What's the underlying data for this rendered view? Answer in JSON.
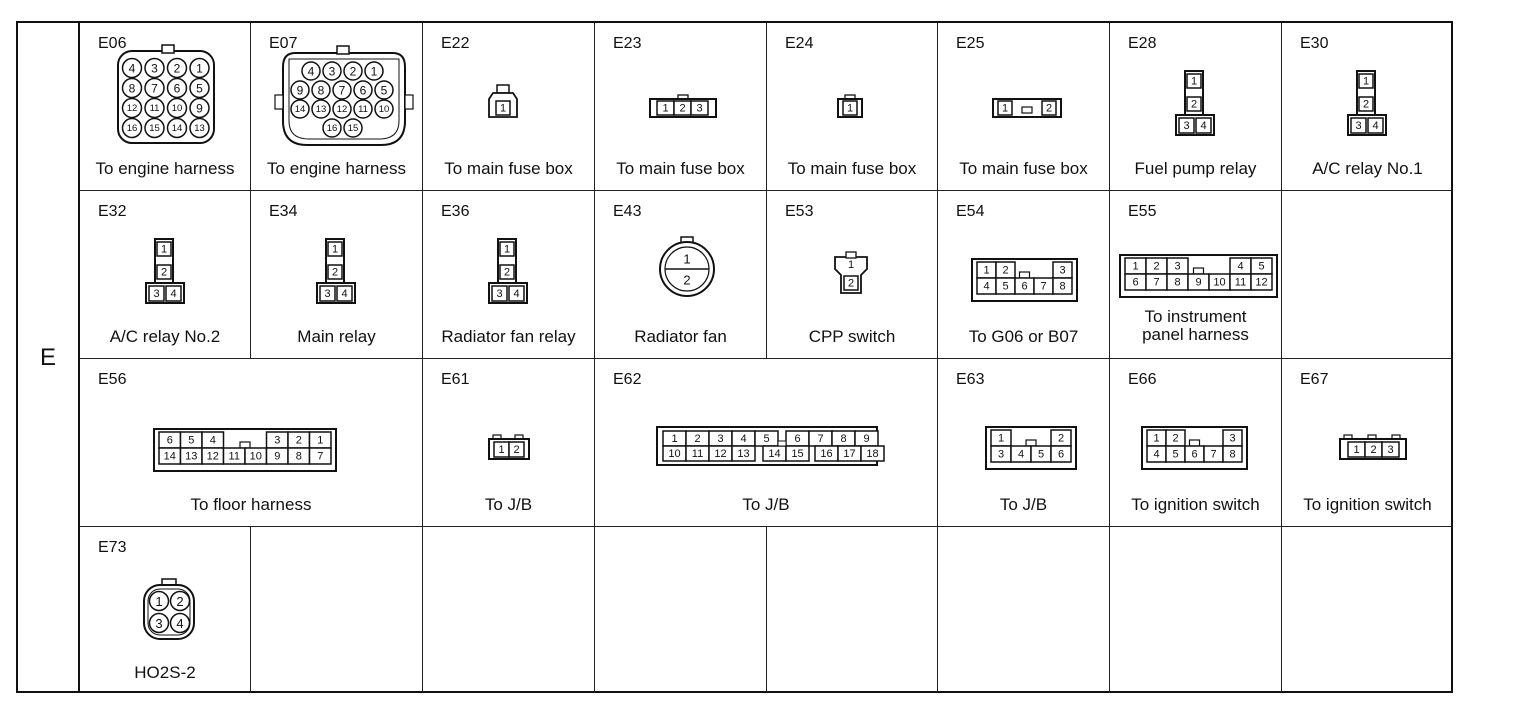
{
  "group": "E",
  "connectors": [
    {
      "code": "E06",
      "label": "To engine harness"
    },
    {
      "code": "E07",
      "label": "To engine harness"
    },
    {
      "code": "E22",
      "label": "To main fuse box"
    },
    {
      "code": "E23",
      "label": "To main fuse box"
    },
    {
      "code": "E24",
      "label": "To main fuse box"
    },
    {
      "code": "E25",
      "label": "To main fuse box"
    },
    {
      "code": "E28",
      "label": "Fuel pump relay"
    },
    {
      "code": "E30",
      "label": "A/C relay No.1"
    },
    {
      "code": "E32",
      "label": "A/C relay No.2"
    },
    {
      "code": "E34",
      "label": "Main relay"
    },
    {
      "code": "E36",
      "label": "Radiator fan relay"
    },
    {
      "code": "E43",
      "label": "Radiator fan"
    },
    {
      "code": "E53",
      "label": "CPP switch"
    },
    {
      "code": "E54",
      "label": "To G06 or B07"
    },
    {
      "code": "E55",
      "label_line1": "To instrument",
      "label_line2": "panel harness"
    },
    {
      "code": "E56",
      "label": "To floor harness"
    },
    {
      "code": "E61",
      "label": "To J/B"
    },
    {
      "code": "E62",
      "label": "To J/B"
    },
    {
      "code": "E63",
      "label": "To J/B"
    },
    {
      "code": "E66",
      "label": "To ignition switch"
    },
    {
      "code": "E67",
      "label": "To ignition switch"
    },
    {
      "code": "E73",
      "label": "HO2S-2"
    }
  ],
  "pins": {
    "E06": {
      "rows": [
        [
          "4",
          "3",
          "2",
          "1"
        ],
        [
          "8",
          "7",
          "6",
          "5"
        ],
        [
          "12",
          "11",
          "10",
          "9"
        ],
        [
          "16",
          "15",
          "14",
          "13"
        ]
      ]
    },
    "E07": {
      "rows": [
        [
          "4",
          "3",
          "2",
          "1"
        ],
        [
          "9",
          "8",
          "7",
          "6",
          "5"
        ],
        [
          "14",
          "13",
          "12",
          "11",
          "10"
        ],
        [
          "16",
          "15"
        ]
      ]
    },
    "E22": [
      "1"
    ],
    "E23": [
      "1",
      "2",
      "3"
    ],
    "E24": [
      "1"
    ],
    "E25": [
      "1",
      "2"
    ],
    "relay": [
      "1",
      "2",
      "3",
      "4"
    ],
    "E43": [
      "1",
      "2"
    ],
    "E53": [
      "1",
      "2"
    ],
    "E54": {
      "top_left": [
        "1",
        "2"
      ],
      "top_right": [
        "3"
      ],
      "bottom": [
        "4",
        "5",
        "6",
        "7",
        "8"
      ]
    },
    "E55": {
      "top_left": [
        "1",
        "2",
        "3"
      ],
      "top_right": [
        "4",
        "5"
      ],
      "bottom": [
        "6",
        "7",
        "8",
        "9",
        "10",
        "11",
        "12"
      ]
    },
    "E56": {
      "top_left": [
        "6",
        "5",
        "4"
      ],
      "top_right": [
        "3",
        "2",
        "1"
      ],
      "bottom": [
        "14",
        "13",
        "12",
        "11",
        "10",
        "9",
        "8",
        "7"
      ]
    },
    "E61": [
      "1",
      "2"
    ],
    "E62": {
      "top": [
        "1",
        "2",
        "3",
        "4",
        "5",
        "6",
        "7",
        "8",
        "9"
      ],
      "bottom": [
        "10",
        "11",
        "12",
        "13",
        "14",
        "15",
        "16",
        "17",
        "18"
      ]
    },
    "E63": {
      "top_left": [
        "1"
      ],
      "top_right": [
        "2"
      ],
      "bottom": [
        "3",
        "4",
        "5",
        "6"
      ]
    },
    "E66": {
      "top_left": [
        "1",
        "2"
      ],
      "top_right": [
        "3"
      ],
      "bottom": [
        "4",
        "5",
        "6",
        "7",
        "8"
      ]
    },
    "E67": [
      "1",
      "2",
      "3"
    ],
    "E73": [
      "1",
      "2",
      "3",
      "4"
    ]
  }
}
